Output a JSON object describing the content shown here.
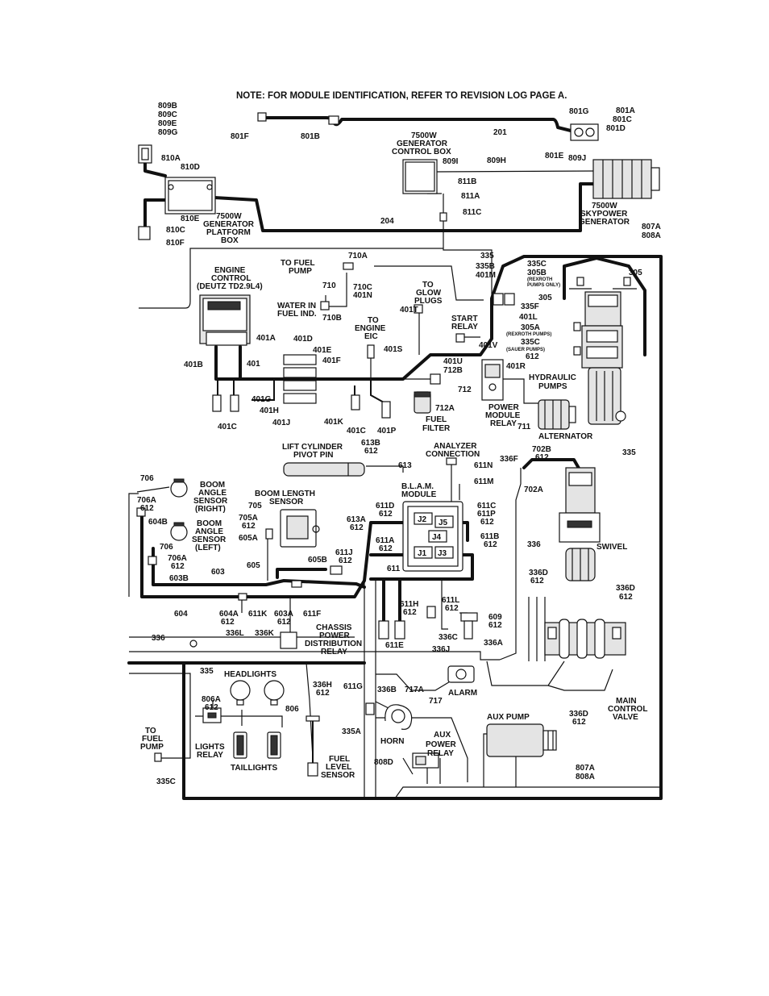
{
  "note": "NOTE: FOR MODULE IDENTIFICATION, REFER TO REVISION LOG PAGE A.",
  "labels": {
    "l809b": "809B",
    "l809c": "809C",
    "l809e": "809E",
    "l809g": "809G",
    "l801g": "801G",
    "l801a": "801A",
    "l801c": "801C",
    "l801d": "801D",
    "l801f": "801F",
    "l801b": "801B",
    "l201": "201",
    "l801e": "801E",
    "l809j": "809J",
    "gen_ctrl1": "7500W",
    "gen_ctrl2": "GENERATOR",
    "gen_ctrl3": "CONTROL BOX",
    "l809i": "809I",
    "l809h": "809H",
    "l810a": "810A",
    "l810d": "810D",
    "l811b": "811B",
    "l811a": "811A",
    "l811c": "811C",
    "l810e": "810E",
    "gpb1": "7500W",
    "gpb2": "GENERATOR",
    "gpb3": "PLATFORM",
    "gpb4": "BOX",
    "l810c": "810C",
    "l810f": "810F",
    "l204": "204",
    "skp1": "7500W",
    "skp2": "SKYPOWER",
    "skp3": "GENERATOR",
    "l807a_t": "807A",
    "l808a_t": "808A",
    "eng1": "ENGINE",
    "eng2": "CONTROL",
    "eng3": "(DEUTZ TD2.9L4)",
    "tfp1": "TO FUEL",
    "tfp2": "PUMP",
    "l710a": "710A",
    "l710": "710",
    "l710c": "710C",
    "l401n": "401N",
    "win1": "WATER IN",
    "win2": "FUEL IND.",
    "l710b": "710B",
    "glow1": "TO",
    "glow2": "GLOW",
    "glow3": "PLUGS",
    "l401t": "401T",
    "eic1": "TO",
    "eic2": "ENGINE",
    "eic3": "EIC",
    "l401s": "401S",
    "l401a": "401A",
    "l401d": "401D",
    "l401e": "401E",
    "l401f": "401F",
    "l401b": "401B",
    "l401": "401",
    "l401g": "401G",
    "l401h": "401H",
    "l401j": "401J",
    "l401k": "401K",
    "l401c": "401C",
    "l401c2": "401C",
    "l401p": "401P",
    "l335": "335",
    "l335b": "335B",
    "l401m": "401M",
    "l335c": "335C",
    "l305b": "305B",
    "rex1": "(REXROTH",
    "rex2": "PUMPS ONLY)",
    "l305": "305",
    "l305r": "305",
    "l335f": "335F",
    "l401l": "401L",
    "l305a": "305A",
    "rexp": "(REXROTH PUMPS)",
    "l335c2": "335C",
    "sauer": "(SAUER PUMPS)",
    "l612a": "612",
    "sr1": "START",
    "sr2": "RELAY",
    "l401v": "401V",
    "l401r": "401R",
    "l401u": "401U",
    "l712b": "712B",
    "l712": "712",
    "l712a": "712A",
    "ff1": "FUEL",
    "ff2": "FILTER",
    "hp1": "HYDRAULIC",
    "hp2": "PUMPS",
    "pmr1": "POWER",
    "pmr2": "MODULE",
    "pmr3": "RELAY",
    "l711": "711",
    "alt": "ALTERNATOR",
    "lcp1": "LIFT CYLINDER",
    "lcp2": "PIVOT PIN",
    "l613b": "613B",
    "l612b": "612",
    "l613": "613",
    "an1": "ANALYZER",
    "an2": "CONNECTION",
    "l611n": "611N",
    "l611m": "611M",
    "l336f": "336F",
    "l702b": "702B",
    "l612c": "612",
    "l335r": "335",
    "l702a": "702A",
    "l706": "706",
    "bas1": "BOOM",
    "bas2": "ANGLE",
    "bas3": "SENSOR",
    "bas4": "(RIGHT)",
    "l706a": "706A",
    "l612d": "612",
    "l604b": "604B",
    "bls1": "BOOM LENGTH",
    "bls2": "SENSOR",
    "l705": "705",
    "l705a": "705A",
    "l612e": "612",
    "l605a": "605A",
    "bal1": "BOOM",
    "bal2": "ANGLE",
    "bal3": "SENSOR",
    "bal4": "(LEFT)",
    "l706b": "706",
    "l706a2": "706A",
    "l612f": "612",
    "l603b": "603B",
    "l605": "605",
    "l605b": "605B",
    "l611j": "611J",
    "l612g": "612",
    "l603": "603",
    "blam1": "B.L.A.M.",
    "blam2": "MODULE",
    "l611d": "611D",
    "l612h": "612",
    "l613a": "613A",
    "l612i": "612",
    "l611a": "611A",
    "l612j": "612",
    "l611": "611",
    "j1": "J1",
    "j2": "J2",
    "j3": "J3",
    "j4": "J4",
    "j5": "J5",
    "l611c": "611C",
    "l611p": "611P",
    "l612k": "612",
    "l611b": "611B",
    "l612l": "612",
    "l336": "336",
    "swivel": "SWIVEL",
    "l336d": "336D",
    "l612m": "612",
    "l336d2": "336D",
    "l612n": "612",
    "l604": "604",
    "l604a": "604A",
    "l612o": "612",
    "l611k": "611K",
    "l603a": "603A",
    "l612p": "612",
    "l611f": "611F",
    "l611h": "611H",
    "l612q": "612",
    "l611l": "611L",
    "l612r": "612",
    "l609": "609",
    "l612s": "612",
    "l611e": "611E",
    "l336c": "336C",
    "l336j": "336J",
    "l336a": "336A",
    "l336l": "336L",
    "l336k": "336K",
    "l336left": "336",
    "cpd1": "CHASSIS",
    "cpd2": "POWER",
    "cpd3": "DISTRIBUTION",
    "cpd4": "RELAY",
    "l335b2": "335",
    "headlights": "HEADLIGHTS",
    "l806a": "806A",
    "l612t": "612",
    "l806": "806",
    "l336h": "336H",
    "l612u": "612",
    "l611g": "611G",
    "l336b": "336B",
    "l717a": "717A",
    "l717": "717",
    "alarm": "ALARM",
    "mcv1": "MAIN",
    "mcv2": "CONTROL",
    "mcv3": "VALVE",
    "l336d3": "336D",
    "l612v": "612",
    "tfp3": "TO",
    "tfp4": "FUEL",
    "tfp5": "PUMP",
    "lr1": "LIGHTS",
    "lr2": "RELAY",
    "taillights": "TAILLIGHTS",
    "l335c3": "335C",
    "fls1": "FUEL",
    "fls2": "LEVEL",
    "fls3": "SENSOR",
    "l335a": "335A",
    "horn": "HORN",
    "apr1": "AUX",
    "apr2": "POWER",
    "apr3": "RELAY",
    "l808d": "808D",
    "auxpump": "AUX PUMP",
    "l807a_b": "807A",
    "l808a_b": "808A"
  }
}
